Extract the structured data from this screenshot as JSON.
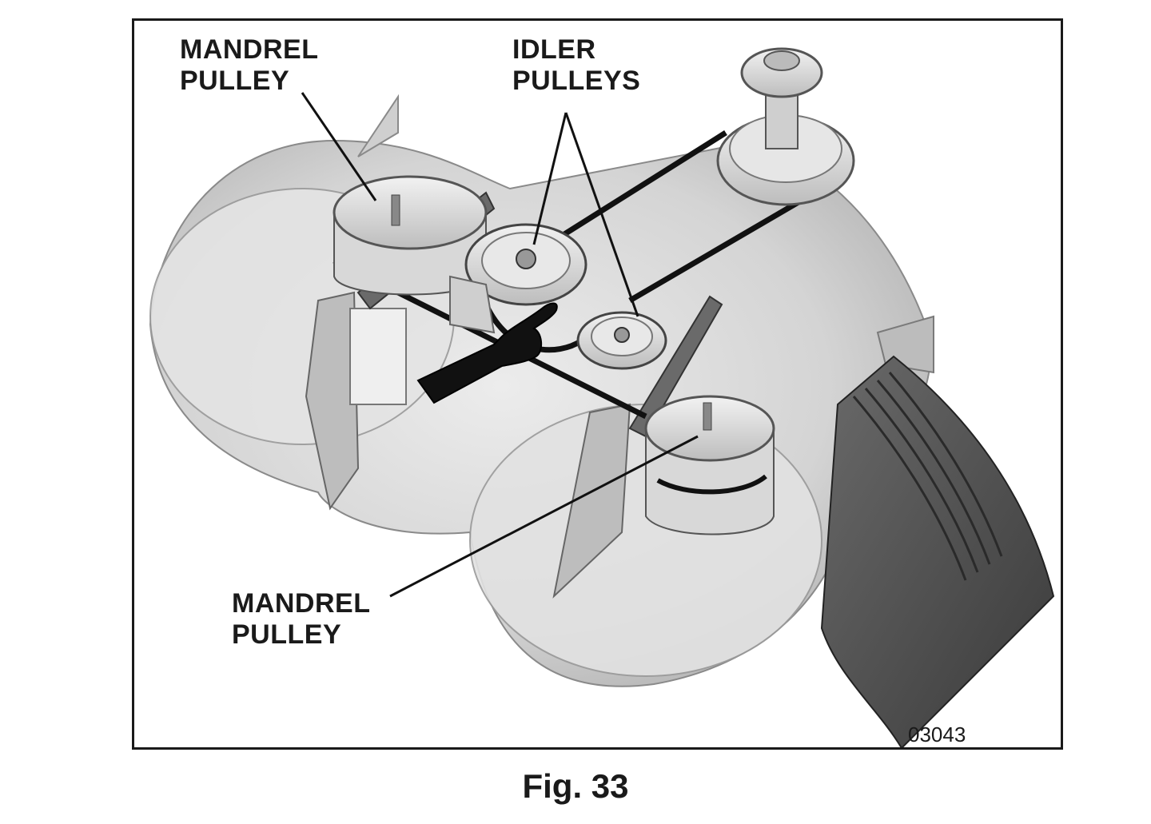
{
  "labels": {
    "mandrel_top": {
      "line1": "MANDREL",
      "line2": "PULLEY"
    },
    "idler": {
      "line1": "IDLER",
      "line2": "PULLEYS"
    },
    "mandrel_bottom": {
      "line1": "MANDREL",
      "line2": "PULLEY"
    }
  },
  "part_number": "03043",
  "caption": "Fig. 33",
  "colors": {
    "ink": "#1a1a1a",
    "deck": "#d6d6d6",
    "deck_shadow": "#a9a9a9",
    "chute": "#4a4a4a",
    "belt": "#111111"
  },
  "icons": {
    "pointer": "pointing-hand-icon"
  }
}
